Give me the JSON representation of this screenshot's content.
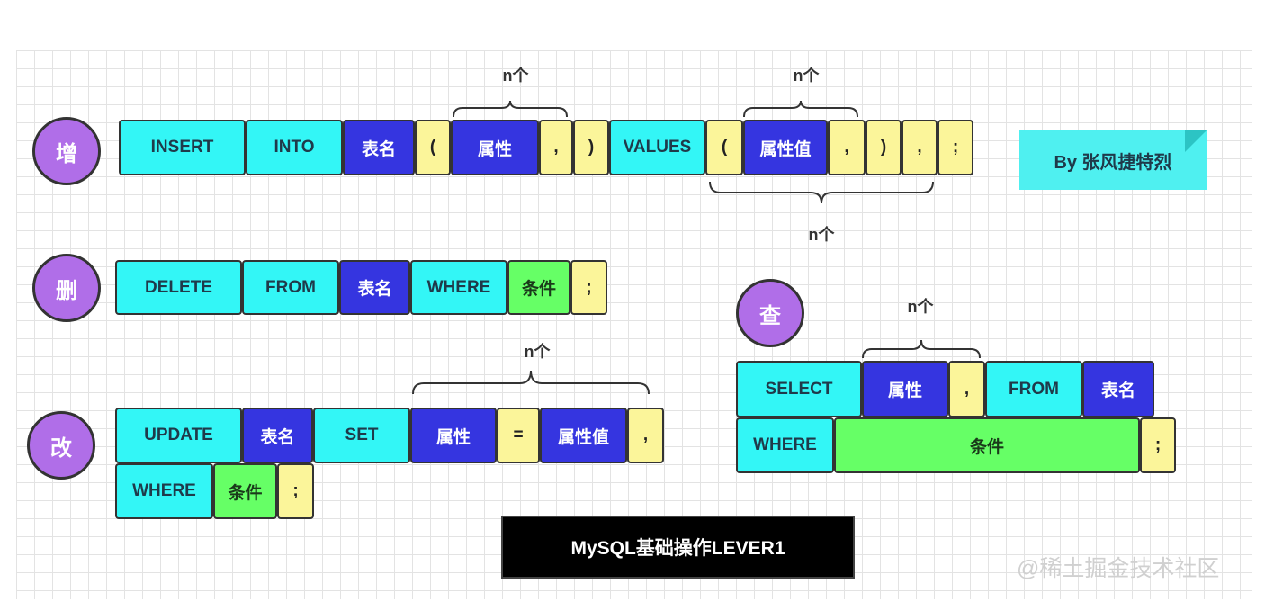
{
  "ops": {
    "insert": "增",
    "delete": "删",
    "update": "改",
    "select": "查"
  },
  "insert_row": [
    "INSERT",
    "INTO",
    "表名",
    "(",
    "属性",
    ",",
    ")",
    "VALUES",
    "(",
    "属性值",
    ",",
    ")",
    ",",
    ";"
  ],
  "delete_row": [
    "DELETE",
    "FROM",
    "表名",
    "WHERE",
    "条件",
    ";"
  ],
  "update_row1": [
    "UPDATE",
    "表名",
    "SET",
    "属性",
    "=",
    "属性值",
    ","
  ],
  "update_row2": [
    "WHERE",
    "条件",
    ";"
  ],
  "select_row1": [
    "SELECT",
    "属性",
    ",",
    "FROM",
    "表名"
  ],
  "select_row2": [
    "WHERE",
    "条件",
    ";"
  ],
  "brace_label": "n个",
  "author": "By 张风捷特烈",
  "title": "MySQL基础操作LEVER1",
  "watermark": "@稀土掘金技术社区",
  "colors": {
    "keyword": "#33f6f6",
    "identifier": "#3535e0",
    "punctuation": "#fbf59a",
    "condition": "#66ff66",
    "op_circle": "#b06ee8"
  }
}
